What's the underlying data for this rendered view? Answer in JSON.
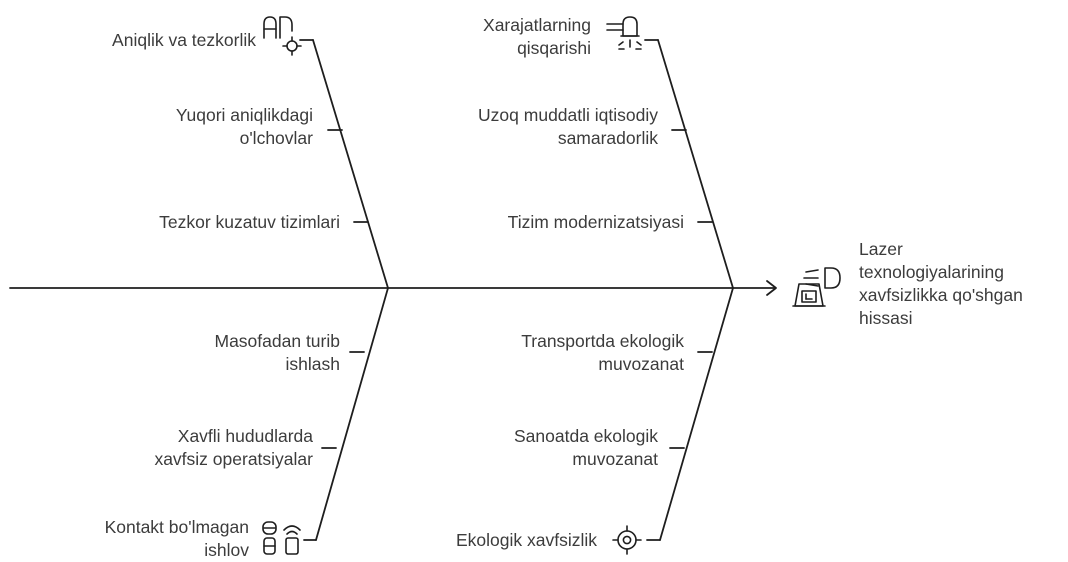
{
  "effect": {
    "lines": [
      "Lazer",
      "texnologiyalarining",
      "xavfsizlikka qo'shgan",
      "hissasi"
    ],
    "icon": "laser-projector-icon"
  },
  "categories": {
    "accuracy_speed": {
      "title": "Aniqlik va tezkorlik",
      "icon": "measure-target-icon",
      "causes": [
        [
          "Yuqori aniqlikdagi",
          "o'lchovlar"
        ],
        [
          "Tezkor kuzatuv tizimlari"
        ]
      ]
    },
    "cost_reduction": {
      "title": [
        "Xarajatlarning",
        "qisqarishi"
      ],
      "icon": "lightbulb-icon",
      "causes": [
        [
          "Uzoq muddatli iqtisodiy",
          "samaradorlik"
        ],
        [
          "Tizim modernizatsiyasi"
        ]
      ]
    },
    "contactless": {
      "title": [
        "Kontakt bo'lmagan",
        "ishlov"
      ],
      "icon": "contactless-devices-icon",
      "causes": [
        [
          "Masofadan turib",
          "ishlash"
        ],
        [
          "Xavfli hududlarda",
          "xavfsiz operatsiyalar"
        ]
      ]
    },
    "ecology": {
      "title": "Ekologik xavfsizlik",
      "icon": "crosshair-target-icon",
      "causes": [
        [
          "Transportda ekologik",
          "muvozanat"
        ],
        [
          "Sanoatda ekologik",
          "muvozanat"
        ]
      ]
    }
  }
}
